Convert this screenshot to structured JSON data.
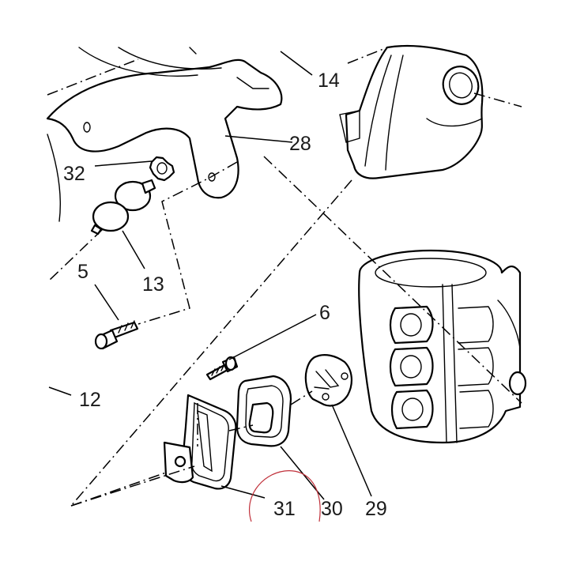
{
  "callouts": {
    "c14": "14",
    "c28": "28",
    "c32": "32",
    "c5": "5",
    "c13": "13",
    "c6": "6",
    "c12": "12",
    "c31": "31",
    "c30": "30",
    "c29": "29"
  },
  "colors": {
    "line": "#000000",
    "background": "#ffffff",
    "marker_circle": "#c0303a"
  }
}
